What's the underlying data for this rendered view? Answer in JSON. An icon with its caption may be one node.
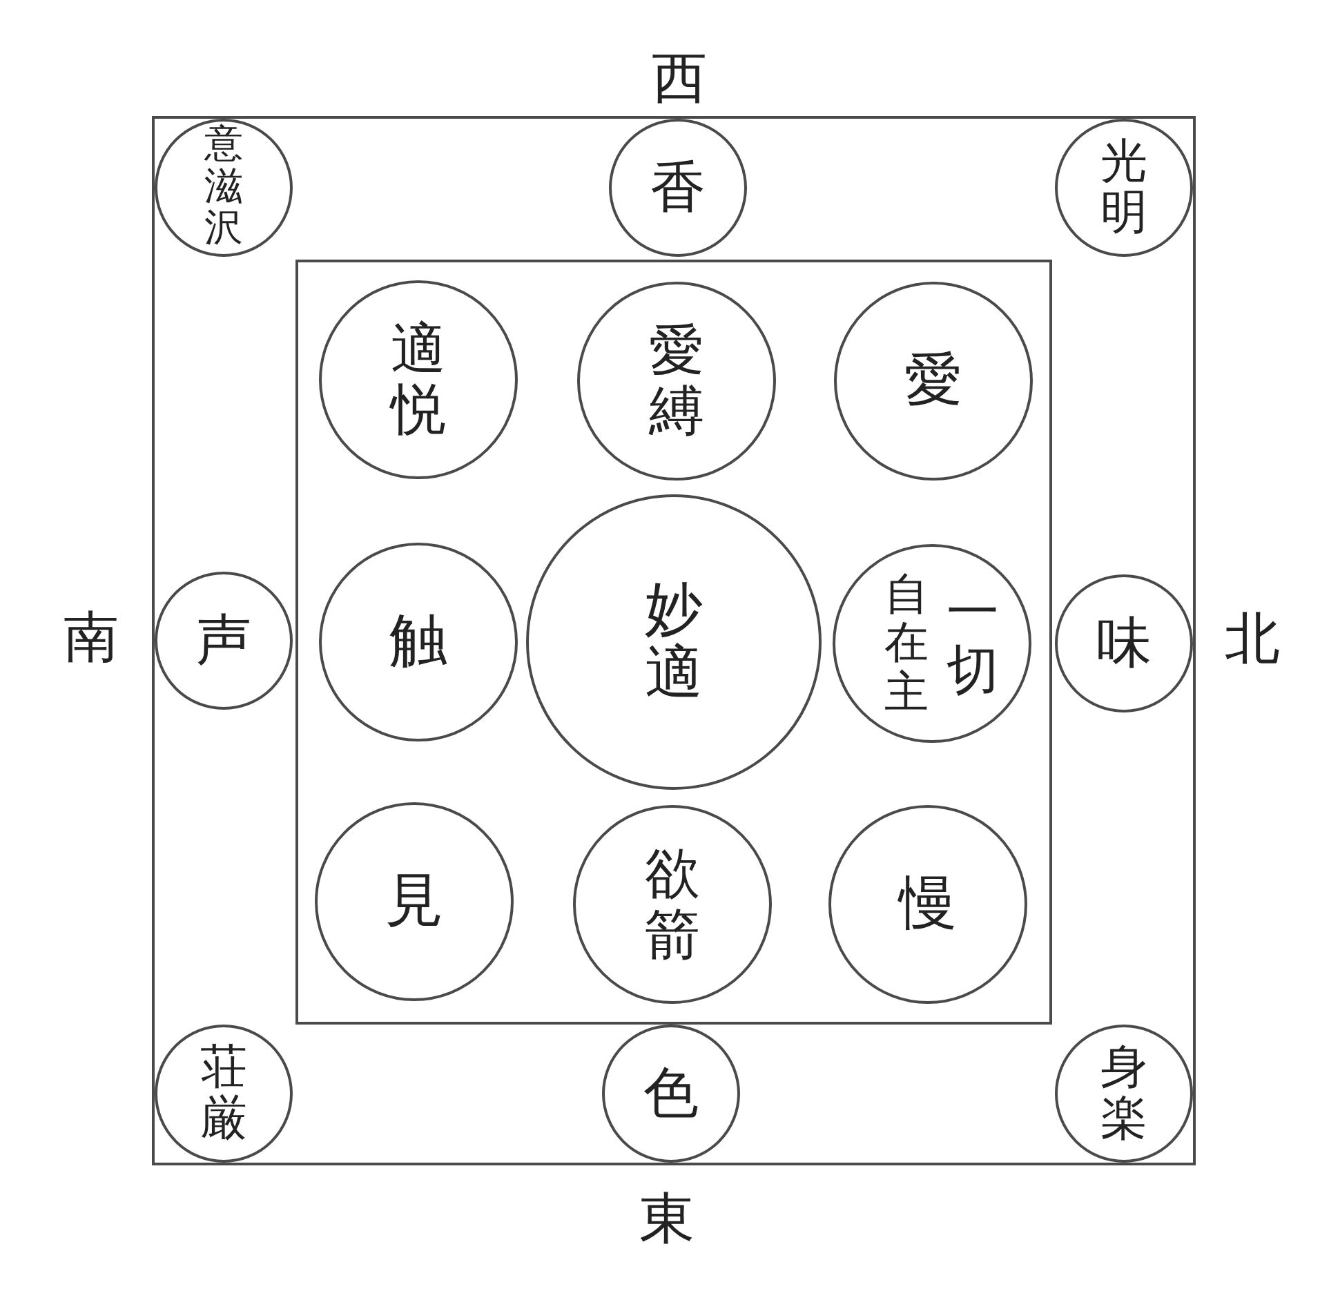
{
  "diagram": {
    "nodes": [
      {
        "text": [],
        "shape": "box"
      },
      {
        "text": [
          "意滋沢"
        ],
        "in": 0
      },
      {
        "text": [
          "香"
        ],
        "in": 0
      },
      {
        "text": [
          "光明"
        ],
        "in": 0
      },
      {
        "text": [],
        "shape": "box",
        "in": 0
      },
      {
        "text": [
          "適悦"
        ],
        "in": 4
      },
      {
        "text": [
          "愛縛"
        ],
        "in": 4
      },
      {
        "text": [
          "愛"
        ],
        "in": 4
      },
      {
        "text": [
          "声"
        ],
        "in": 0
      },
      {
        "text": [
          "触"
        ],
        "in": 4
      },
      {
        "text": [
          "妙適"
        ],
        "in": 4
      },
      {
        "text": [
          "自在主",
          "一切"
        ],
        "in": 4
      },
      {
        "text": [
          "味"
        ],
        "in": 0
      },
      {
        "text": [
          "見"
        ],
        "in": 4
      },
      {
        "text": [
          "欲箭"
        ],
        "in": 4
      },
      {
        "text": [
          "慢"
        ],
        "in": 4
      },
      {
        "text": [
          "荘厳"
        ],
        "in": 0
      },
      {
        "text": [
          "色"
        ],
        "in": 0
      },
      {
        "text": [
          "身楽"
        ],
        "in": 0
      }
    ],
    "labels": [
      "西",
      "南",
      "北",
      "東"
    ]
  }
}
